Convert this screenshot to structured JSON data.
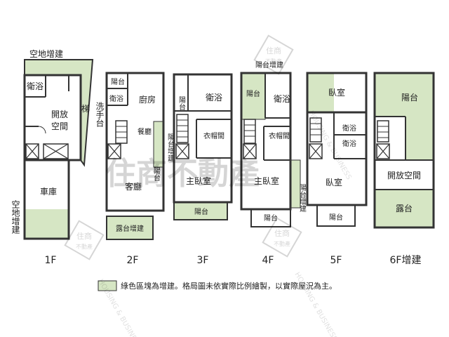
{
  "colors": {
    "wall": "#333333",
    "addition": "#d6e6c4",
    "background": "#ffffff"
  },
  "floors": {
    "f1": {
      "label": "1F",
      "rooms": {
        "bath": "衛浴",
        "open_space_1": "開放",
        "open_space_2": "空間",
        "garage": "車庫",
        "wash_basin": "洗手台",
        "stairs_left": "梯",
        "open_lot_top": "空地增建",
        "open_lot_bottom": "空地增建"
      }
    },
    "f2": {
      "label": "2F",
      "rooms": {
        "balcony": "陽台",
        "bath": "衛浴",
        "kitchen": "廚房",
        "dining": "餐廳",
        "living": "客廳",
        "balcony_ext": "陽台增建",
        "balcony_right": "陽台",
        "terrace_ext": "露台增建"
      }
    },
    "f3": {
      "label": "3F",
      "rooms": {
        "balcony_top": "陽台",
        "bath": "衛浴",
        "closet": "衣帽間",
        "master_bedroom": "主臥室",
        "balcony_bottom": "陽台"
      }
    },
    "f4": {
      "label": "4F",
      "rooms": {
        "balcony_ext_top": "陽台增建",
        "balcony_left": "陽台",
        "bath": "衛浴",
        "closet": "衣帽間",
        "master_bedroom": "主臥室",
        "balcony_bottom": "陽台",
        "balcony_ext_right": "陽台增建"
      }
    },
    "f5": {
      "label": "5F",
      "rooms": {
        "bedroom_top": "臥室",
        "bath_1": "衛浴",
        "bath_2": "衛浴",
        "bedroom": "臥室",
        "balcony_bottom": "陽台"
      }
    },
    "f6": {
      "label": "6F增建",
      "rooms": {
        "balcony": "陽台",
        "open_space": "開放空間",
        "terrace": "露台"
      }
    }
  },
  "legend": {
    "text": "綠色區塊為增建。格局圖未依實際比例繪製，以實際屋況為主。"
  },
  "watermark": {
    "brand_cn": "住商不動產",
    "brand_en": "HOUSING & BUSINESS",
    "logo_top": "住商",
    "logo_bottom": "不動產"
  }
}
